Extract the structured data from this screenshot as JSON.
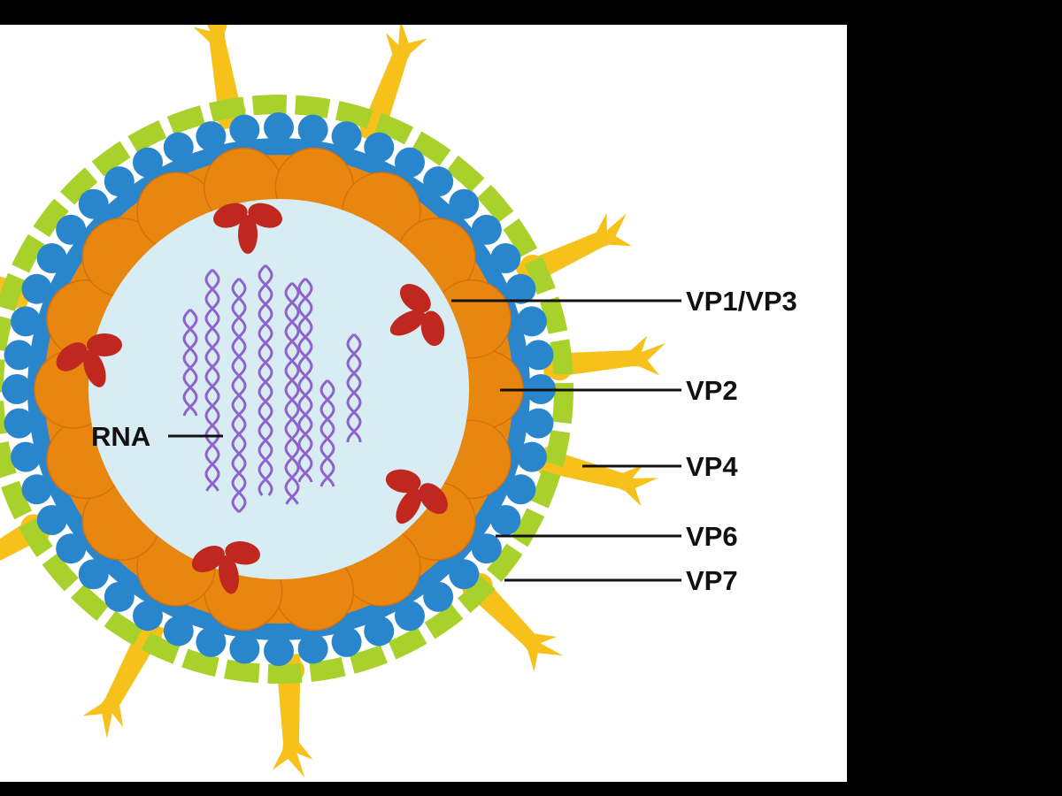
{
  "title": "Rotavirus structure",
  "labels": {
    "vp1_vp3": "VP1/VP3",
    "vp2": "VP2",
    "vp4": "VP4",
    "vp6": "VP6",
    "vp7": "VP7",
    "rna": "RNA"
  },
  "colors": {
    "vp7_outer": "#a9d12c",
    "vp6_middle": "#2a86cc",
    "vp2_inner": "#e8870f",
    "core": "#d8ecf3",
    "vp4_spike": "#f5c11a",
    "vp1_vp3": "#c0271f",
    "rna": "#8e63cc"
  }
}
